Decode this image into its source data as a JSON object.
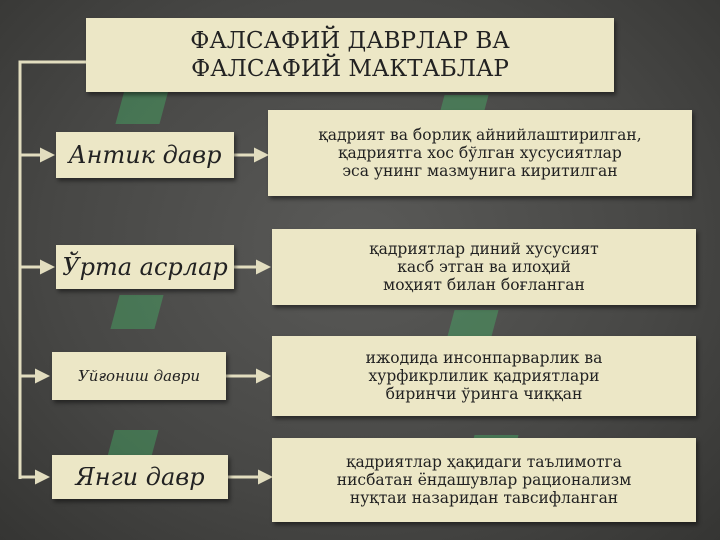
{
  "title": {
    "line1": "ФАЛСАФИЙ ДАВРЛАР ВА",
    "line2": "ФАЛСАФИЙ МАКТАБЛАР"
  },
  "periods": [
    {
      "label": "Антик давр",
      "description": [
        "қадрият ва борлиқ айнийлаштирилган,",
        "қадриятга хос бўлган хусусиятлар",
        "эса унинг мазмунига киритилган"
      ]
    },
    {
      "label": "Ўрта асрлар",
      "description": [
        "қадриятлар диний хусусият",
        "касб этган ва илоҳий",
        "моҳият билан боғланган"
      ]
    },
    {
      "label": "Уйғониш даври",
      "description": [
        "ижодида  инсонпарварлик ва",
        "хурфикрлилик қадриятлари",
        "биринчи ўринга чиққан"
      ]
    },
    {
      "label": "Янги давр",
      "description": [
        "қадриятлар ҳақидаги таълимотга",
        "нисбатан ёндашувлар рационализм",
        "нуқтаи назаридан тавсифланган"
      ]
    }
  ],
  "colors": {
    "box_fill": "#ece7c6",
    "connector": "#e2ddbf",
    "background": "#4b4b49"
  }
}
